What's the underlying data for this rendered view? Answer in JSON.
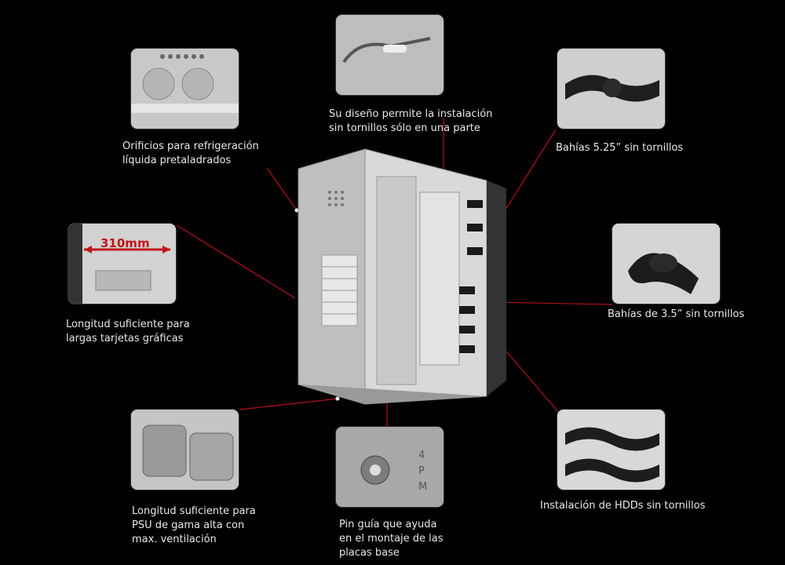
{
  "colors": {
    "background": "#000000",
    "callout_line": "#b3121a",
    "caption_text": "#e8e8e8"
  },
  "captions": {
    "liquid_cooling": [
      "Orificios para  refrigeración",
      "líquida pretaladrados"
    ],
    "screwless_design": [
      "Su diseño permite la instalación",
      "sin tornillos sólo en una parte"
    ],
    "bays_525": [
      "Bahías 5.25” sin tornillos"
    ],
    "gpu_length": [
      "Longitud suficiente para",
      "largas tarjetas gráficas"
    ],
    "bays_35": [
      "Bahías de 3.5” sin tornillos"
    ],
    "psu_length": [
      "Longitud suficiente para",
      "PSU de gama alta con",
      "max. ventilación"
    ],
    "guide_pin": [
      "Pin guía que ayuda",
      "en el montaje de las",
      "placas base"
    ],
    "hdd_install": [
      "Instalación de HDDs sin tornillos"
    ]
  },
  "measure_label": "310mm",
  "guide_pin_marks": "4 P M"
}
